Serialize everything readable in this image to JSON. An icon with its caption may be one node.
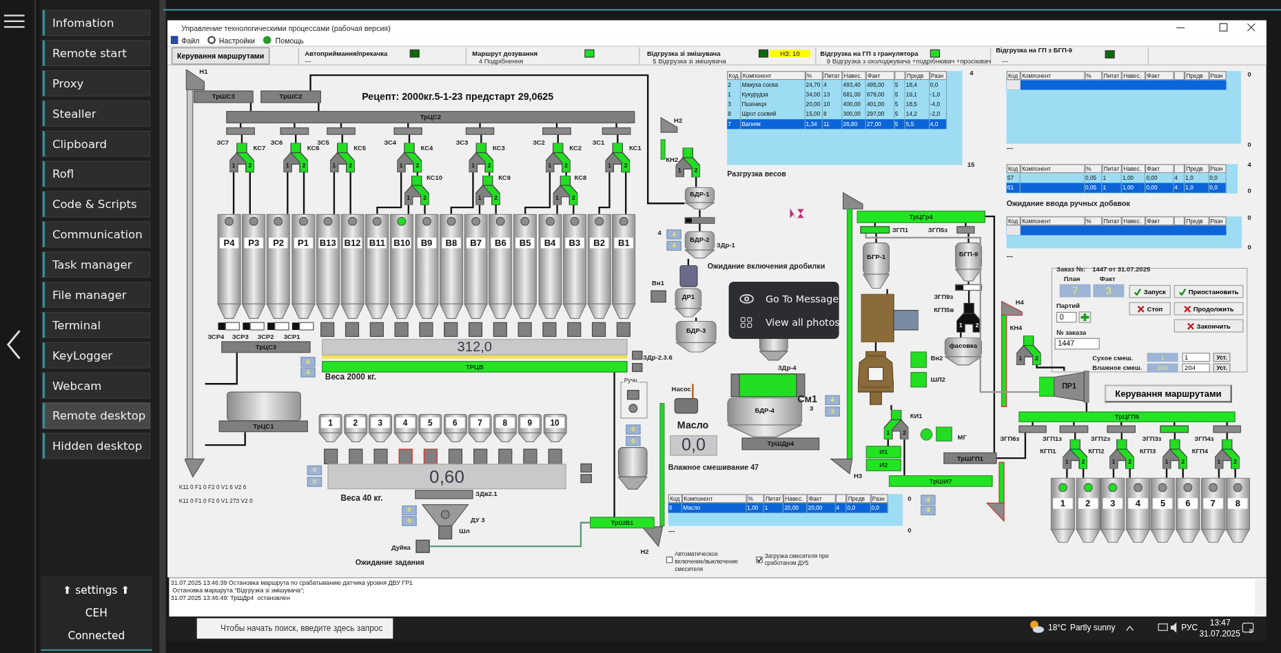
{
  "diagram": {
    "nodes": [
      {
        "text": [
          "Infomation"
        ]
      },
      {
        "text": [
          "Remote start"
        ]
      },
      {
        "text": [
          "Proxy"
        ]
      },
      {
        "text": [
          "Stealler"
        ]
      },
      {
        "text": [
          "Clipboard"
        ]
      },
      {
        "text": [
          "Rofl"
        ]
      },
      {
        "text": [
          "Code & Scripts"
        ]
      },
      {
        "text": [
          "Communication"
        ]
      },
      {
        "text": [
          "Task manager"
        ]
      },
      {
        "text": [
          "File manager"
        ]
      },
      {
        "text": [
          "Terminal"
        ]
      },
      {
        "text": [
          "KeyLogger"
        ]
      },
      {
        "text": [
          "Webcam"
        ]
      },
      {
        "text": [
          "Remote desktop"
        ]
      },
      {
        "text": [
          "Hidden desktop"
        ]
      },
      {
        "text": [
          "⬆ settings ⬆",
          "CEH",
          "Connected"
        ]
      },
      {
        "text": [
          "Керування маршрутами"
        ]
      },
      {
        "text": [
          "НЗ: 10"
        ]
      },
      {
        "text": [
          "ТрШС3"
        ]
      },
      {
        "text": [
          "ТрШС2"
        ]
      },
      {
        "text": [
          "ТрЦС2"
        ]
      },
      {
        "text": [
          "Р4"
        ]
      },
      {
        "text": [
          "Р3"
        ]
      },
      {
        "text": [
          "Р2"
        ]
      },
      {
        "text": [
          "Р1"
        ]
      },
      {
        "text": [
          "В13"
        ]
      },
      {
        "text": [
          "В12"
        ]
      },
      {
        "text": [
          "В11"
        ]
      },
      {
        "text": [
          "В10"
        ]
      },
      {
        "text": [
          "В9"
        ]
      },
      {
        "text": [
          "В8"
        ]
      },
      {
        "text": [
          "В7"
        ]
      },
      {
        "text": [
          "В6"
        ]
      },
      {
        "text": [
          "В5"
        ]
      },
      {
        "text": [
          "В4"
        ]
      },
      {
        "text": [
          "В3"
        ]
      },
      {
        "text": [
          "В2"
        ]
      },
      {
        "text": [
          "В1"
        ]
      },
      {
        "text": [
          "ТрЦС3"
        ]
      },
      {
        "text": [
          "312,0"
        ]
      },
      {
        "text": [
          "ТРЦВ"
        ]
      },
      {
        "text": [
          "БДР-1"
        ]
      },
      {
        "text": [
          "БДР-2"
        ]
      },
      {
        "text": [
          "ДР1"
        ]
      },
      {
        "text": [
          "БДР-3"
        ]
      },
      {
        "text": [
          "БДР-4"
        ]
      },
      {
        "text": [
          "ТрШДр4"
        ]
      },
      {
        "text": [
          "0,0"
        ]
      },
      {
        "text": [
          "ТрЦС1"
        ]
      },
      {
        "text": [
          "1"
        ]
      },
      {
        "text": [
          "2"
        ]
      },
      {
        "text": [
          "3"
        ]
      },
      {
        "text": [
          "4"
        ]
      },
      {
        "text": [
          "5"
        ]
      },
      {
        "text": [
          "6"
        ]
      },
      {
        "text": [
          "7"
        ]
      },
      {
        "text": [
          "8"
        ]
      },
      {
        "text": [
          "9"
        ]
      },
      {
        "text": [
          "10"
        ]
      },
      {
        "text": [
          "0,60"
        ]
      },
      {
        "text": [
          "ТрШВ1"
        ]
      },
      {
        "text": [
          "ТрЦГр4"
        ]
      },
      {
        "text": [
          "БГР-1"
        ]
      },
      {
        "text": [
          "БГП-9"
        ]
      },
      {
        "text": [
          "фасовка"
        ]
      },
      {
        "text": [
          "И1"
        ]
      },
      {
        "text": [
          "И2"
        ]
      },
      {
        "text": [
          "ТрШГП1"
        ]
      },
      {
        "text": [
          "ТрШИ7"
        ]
      },
      {
        "text": [
          "ПР1"
        ]
      },
      {
        "text": [
          "Керування маршрутами"
        ]
      },
      {
        "text": [
          "ТрЦГП5"
        ]
      },
      {
        "text": [
          "1"
        ]
      },
      {
        "text": [
          "2"
        ]
      },
      {
        "text": [
          "3"
        ]
      },
      {
        "text": [
          "4"
        ]
      },
      {
        "text": [
          "5"
        ]
      },
      {
        "text": [
          "6"
        ]
      },
      {
        "text": [
          "7"
        ]
      },
      {
        "text": [
          "8"
        ]
      },
      {
        "text": [
          "Запуск"
        ]
      },
      {
        "text": [
          "Приостановить"
        ]
      },
      {
        "text": [
          "Стоп"
        ]
      },
      {
        "text": [
          "Продолжить"
        ]
      },
      {
        "text": [
          "Закончить"
        ]
      },
      {
        "text": [
          "Уст."
        ]
      },
      {
        "text": [
          "Уст."
        ]
      },
      {
        "text": [
          "Go To Message"
        ]
      },
      {
        "text": [
          "View all photos"
        ]
      },
      {
        "text": [
          "1",
          "2"
        ]
      },
      {
        "text": [
          "1",
          "2"
        ]
      },
      {
        "text": [
          "1",
          "2"
        ]
      },
      {
        "text": [
          "1",
          "2"
        ]
      },
      {
        "text": [
          "1",
          "2"
        ]
      },
      {
        "text": [
          "1",
          "2"
        ]
      },
      {
        "text": [
          "1",
          "2"
        ]
      },
      {
        "text": [
          "1",
          "2"
        ]
      },
      {
        "text": [
          "1",
          "2"
        ]
      },
      {
        "text": [
          "1",
          "2"
        ]
      },
      {
        "text": [
          "1",
          "2"
        ]
      },
      {
        "text": [
          "1",
          "2"
        ]
      },
      {
        "text": [
          "1",
          "2"
        ]
      },
      {
        "text": [
          "1",
          "2"
        ]
      },
      {
        "text": [
          "1",
          "2"
        ]
      },
      {
        "text": [
          "1",
          "2"
        ]
      },
      {
        "text": [
          "1",
          "2"
        ]
      },
      {
        "text": [
          "1",
          "2"
        ]
      },
      {
        "text": [],
        "shape": "box"
      },
      {
        "text": [],
        "shape": "box"
      },
      {
        "text": [],
        "shape": "box"
      },
      {
        "text": [],
        "shape": "box"
      },
      {
        "text": [],
        "shape": "box"
      },
      {
        "text": [],
        "shape": "box"
      },
      {
        "text": [],
        "shape": "box"
      },
      {
        "text": [],
        "shape": "box"
      },
      {
        "text": [],
        "shape": "box"
      },
      {
        "text": [],
        "shape": "bar"
      },
      {
        "text": [],
        "shape": "box"
      },
      {
        "text": [],
        "shape": "box"
      },
      {
        "text": [],
        "shape": "box"
      },
      {
        "text": [],
        "shape": "box"
      },
      {
        "text": [],
        "shape": "picture"
      },
      {
        "text": [],
        "shape": "picture"
      },
      {
        "text": [],
        "shape": "box"
      },
      {
        "text": [],
        "shape": "box"
      },
      {
        "text": [],
        "shape": "box"
      },
      {
        "text": [],
        "shape": "box"
      },
      {
        "text": [],
        "shape": "box"
      }
    ],
    "edges": [
      {
        "from": 18,
        "to": 20,
        "arrow": "none"
      },
      {
        "from": 19,
        "to": 20,
        "arrow": "none"
      },
      {
        "from": 19,
        "to": 41,
        "arrow": "none"
      },
      {
        "from": 20,
        "to": 107,
        "arrow": "none"
      },
      {
        "from": 20,
        "to": 108,
        "arrow": "none"
      },
      {
        "from": 20,
        "to": 109,
        "arrow": "none"
      },
      {
        "from": 20,
        "to": 110,
        "arrow": "none"
      },
      {
        "from": 20,
        "to": 111,
        "arrow": "none"
      },
      {
        "from": 20,
        "to": 112,
        "arrow": "none"
      },
      {
        "from": 20,
        "to": 113,
        "arrow": "none"
      },
      {
        "from": 107,
        "to": 89,
        "arrow": "none"
      },
      {
        "from": 108,
        "to": 90,
        "arrow": "none"
      },
      {
        "from": 109,
        "to": 91,
        "arrow": "none"
      },
      {
        "from": 110,
        "to": 92,
        "arrow": "none"
      },
      {
        "from": 111,
        "to": 93,
        "arrow": "none"
      },
      {
        "from": 112,
        "to": 94,
        "arrow": "none"
      },
      {
        "from": 113,
        "to": 95,
        "arrow": "none"
      },
      {
        "from": 89,
        "to": 21,
        "arrow": "none"
      },
      {
        "from": 89,
        "to": 22,
        "arrow": "none"
      },
      {
        "from": 90,
        "to": 23,
        "arrow": "none"
      },
      {
        "from": 90,
        "to": 24,
        "arrow": "none"
      },
      {
        "from": 91,
        "to": 25,
        "arrow": "none"
      },
      {
        "from": 91,
        "to": 26,
        "arrow": "none"
      },
      {
        "from": 92,
        "to": 27,
        "arrow": "none"
      },
      {
        "from": 92,
        "to": 96,
        "arrow": "none"
      },
      {
        "from": 96,
        "to": 28,
        "arrow": "none"
      },
      {
        "from": 96,
        "to": 29,
        "arrow": "none"
      },
      {
        "from": 93,
        "to": 30,
        "arrow": "none"
      },
      {
        "from": 93,
        "to": 97,
        "arrow": "none"
      },
      {
        "from": 97,
        "to": 31,
        "arrow": "none"
      },
      {
        "from": 97,
        "to": 32,
        "arrow": "none"
      },
      {
        "from": 94,
        "to": 33,
        "arrow": "none"
      },
      {
        "from": 94,
        "to": 98,
        "arrow": "none"
      },
      {
        "from": 98,
        "to": 34,
        "arrow": "none"
      },
      {
        "from": 98,
        "to": 35,
        "arrow": "none"
      },
      {
        "from": 95,
        "to": 36,
        "arrow": "none"
      },
      {
        "from": 95,
        "to": 37,
        "arrow": "none"
      },
      {
        "from": 99,
        "to": 41,
        "arrow": "none"
      },
      {
        "from": 41,
        "to": 114,
        "arrow": "none"
      },
      {
        "from": 114,
        "to": 42,
        "arrow": "none"
      },
      {
        "from": 42,
        "to": 43,
        "arrow": "none"
      },
      {
        "from": 43,
        "to": 44,
        "arrow": "none"
      },
      {
        "from": 40,
        "to": 60,
        "arrow": "none"
      },
      {
        "from": 38,
        "to": 116,
        "arrow": "none"
      },
      {
        "from": 48,
        "to": 116,
        "arrow": "none"
      },
      {
        "from": 117,
        "to": 60,
        "arrow": "none",
        "color": "#5a9a7a"
      },
      {
        "from": 61,
        "to": 118,
        "arrow": "none"
      },
      {
        "from": 118,
        "to": 62,
        "arrow": "none"
      },
      {
        "from": 61,
        "to": 119,
        "arrow": "none"
      },
      {
        "from": 119,
        "to": 63,
        "arrow": "none"
      },
      {
        "from": 62,
        "to": 121,
        "arrow": "none"
      },
      {
        "from": 121,
        "to": 122,
        "arrow": "none"
      },
      {
        "from": 122,
        "to": 101,
        "arrow": "none"
      },
      {
        "from": 101,
        "to": 65,
        "arrow": "none"
      },
      {
        "from": 101,
        "to": 68,
        "arrow": "none"
      },
      {
        "from": 63,
        "to": 120,
        "arrow": "none"
      },
      {
        "from": 120,
        "to": 100,
        "arrow": "none"
      },
      {
        "from": 100,
        "to": 64,
        "arrow": "none"
      },
      {
        "from": 61,
        "to": 67,
        "arrow": "none"
      },
      {
        "from": 118,
        "to": 69,
        "arrow": "none",
        "color": "#999999"
      },
      {
        "from": 102,
        "to": 69,
        "arrow": "none"
      },
      {
        "from": 69,
        "to": 71,
        "arrow": "none"
      },
      {
        "from": 71,
        "to": 123,
        "arrow": "none"
      },
      {
        "from": 71,
        "to": 124,
        "arrow": "none"
      },
      {
        "from": 71,
        "to": 125,
        "arrow": "none"
      },
      {
        "from": 71,
        "to": 126,
        "arrow": "none"
      },
      {
        "from": 71,
        "to": 127,
        "arrow": "none"
      },
      {
        "from": 124,
        "to": 103,
        "arrow": "none"
      },
      {
        "from": 125,
        "to": 104,
        "arrow": "none"
      },
      {
        "from": 126,
        "to": 105,
        "arrow": "none"
      },
      {
        "from": 127,
        "to": 106,
        "arrow": "none"
      },
      {
        "from": 103,
        "to": 72,
        "arrow": "none"
      },
      {
        "from": 103,
        "to": 73,
        "arrow": "none"
      },
      {
        "from": 104,
        "to": 74,
        "arrow": "none"
      },
      {
        "from": 104,
        "to": 75,
        "arrow": "none"
      },
      {
        "from": 105,
        "to": 76,
        "arrow": "none"
      },
      {
        "from": 105,
        "to": 77,
        "arrow": "none"
      },
      {
        "from": 106,
        "to": 78,
        "arrow": "none"
      },
      {
        "from": 106,
        "to": 79,
        "arrow": "none"
      },
      {
        "from": 123,
        "to": 67,
        "arrow": "none"
      }
    ],
    "labels": [
      "Управление технологическими процессами (рабочая версия)",
      "Файл",
      "Настройки",
      "Помощь",
      "Автоприймання/прекачка",
      "---",
      "Маршрут дозування",
      "4 Подрібнення",
      "Відгрузка зі змішувача",
      "5 Відгрузка зі змішувача",
      "Відгрузка на ГП з гранулятора",
      "9 Відгрузка з охолоджувача +подрібнювач +просіювач",
      "Відгрузка на ГП з БГП-9",
      "---",
      "Н1",
      "Рецепт:  2000кг.5-1-23 предстарт 29,0625",
      "ЗС7",
      "КС7",
      "ЗС6",
      "КС6",
      "ЗС5",
      "КС5",
      "ЗС4",
      "КС4",
      "ЗС3",
      "КС3",
      "ЗС2",
      "КС2",
      "ЗС1",
      "КС1",
      "КС10",
      "КС9",
      "КС8",
      "Н2",
      "КН2",
      "ЗСР4",
      "ЗСР3",
      "ЗСР2",
      "ЗСР1",
      "Веса 2000 кг.",
      "5",
      "4",
      "Разгрузка весов",
      "4",
      "4",
      "4",
      "ЗДр-1",
      "Ожидание включения дробилки",
      "Вн1",
      "ЗДр-2.3.6",
      "ЗДр-4",
      "Ручн.",
      "Насос",
      "См1",
      "3",
      "4",
      "3",
      "Масло",
      "0",
      "0",
      "Влажное смешивание  47",
      "K11 0 F1 0 F2 0 V1 6 V2 6",
      "K11 0 F1 0 F2 0 V1 273 V2 0",
      "0",
      "0",
      "Веса 40 кг.",
      "ЗДв2.1",
      "0",
      "0",
      "ДУ 3",
      "Шл",
      "Дуйка",
      "Ожидание задания",
      "Н2",
      "Н3",
      "ЗГП1",
      "ЗГП5з",
      "ЗГП9з",
      "КГП5в",
      "Вн2",
      "ШЛ2",
      "КИ1",
      "МГ",
      "Н4",
      "КН4",
      "ЗГП6з",
      "ЗГП1з",
      "ЗГП2з",
      "ЗГП3з",
      "ЗГП4з",
      "КГП1",
      "КГП2",
      "КГП3",
      "КГП4",
      "Код",
      "Компонент",
      "%",
      "Питат",
      "Навес.",
      "Факт",
      "Предв",
      "Разн",
      "2",
      "Макуха соєва",
      "24,70",
      "4",
      "493,40",
      "495,00",
      "5",
      "18,4",
      "0,0",
      "1",
      "Кукурудза",
      "34,00",
      "13",
      "681,00",
      "678,00",
      "5",
      "19,1",
      "-1,0",
      "3",
      "Пшениця",
      "20,00",
      "10",
      "400,00",
      "401,00",
      "5",
      "18,5",
      "-4,0",
      "8",
      "Шрот соєвий",
      "15,00",
      "8",
      "300,00",
      "297,00",
      "5",
      "14,2",
      "-2,0",
      "7",
      "Вапняк",
      "1,34",
      "11",
      "26,80",
      "27,00",
      "5",
      "5,5",
      "4,0",
      "4",
      "15",
      "Код",
      "Компонент",
      "%",
      "Питат",
      "Навес.",
      "Факт",
      "Предв",
      "Разн",
      "0",
      "0",
      "---",
      "Код",
      "Компонент",
      "%",
      "Питат",
      "Навес.",
      "Факт",
      "Предв",
      "Разн",
      "57",
      "0,05",
      "1",
      "1,00",
      "0,00",
      "4",
      "1,0",
      "0,0",
      "61",
      "0,05",
      "1",
      "1,00",
      "0,00",
      "4",
      "1,0",
      "0,0",
      "4",
      "0",
      "Ожидание ввода ручных добавок",
      "Код",
      "Компонент",
      "%",
      "Питат",
      "Навес.",
      "Факт",
      "Предв",
      "Разн",
      "0",
      "0",
      "---",
      "Заказ №:",
      "1447 от 31.07.2025",
      "План",
      "Факт",
      "7",
      "3",
      "Партий",
      "0",
      "№ заказа",
      "1447",
      "Сухое смеш.",
      "1",
      "1",
      "Влажное смеш.",
      "204",
      "204",
      "Код",
      "Компонент",
      "%",
      "Питат",
      "Навес.",
      "Факт",
      "Предв",
      "Разн",
      "6",
      "Масло",
      "1,00",
      "1",
      "20,00",
      "20,00",
      "4",
      "0,0",
      "0,0",
      "0",
      "0",
      "---",
      "4",
      "4",
      "Автоматическое включение/выключение смесителя",
      "Загрузка смесителя при сработаном ДУ5",
      "31.07.2025 13:46:39 Остановка маршрута по срабатыванию датчика уровня ДВУ ГР1",
      " Остановка маршрута \"Відгрузка зі змішувача\";",
      "31.07.2025 13:46:49: ТрШДр4  остановлен",
      "Чтобы начать поиск, введите здесь запрос",
      "18°C",
      "Partly sunny",
      "РУС",
      "13:47",
      "31.07.2025",
      "8"
    ]
  }
}
